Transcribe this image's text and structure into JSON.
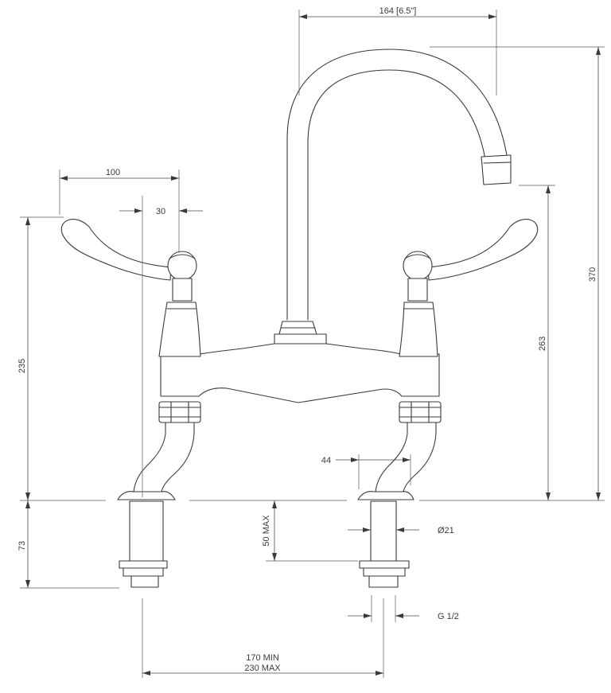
{
  "dimensions": {
    "spout_reach": "164 [6.5\"]",
    "lever_length": "100",
    "lever_offset": "30",
    "overall_height": "370",
    "spout_height": "263",
    "lever_height": "235",
    "shank_length": "73",
    "max_deck": "50 MAX",
    "shank_offset": "44",
    "shank_diameter": "Ø21",
    "thread": "G 1/2",
    "centres_min": "170 MIN",
    "centres_max": "230 MAX"
  }
}
